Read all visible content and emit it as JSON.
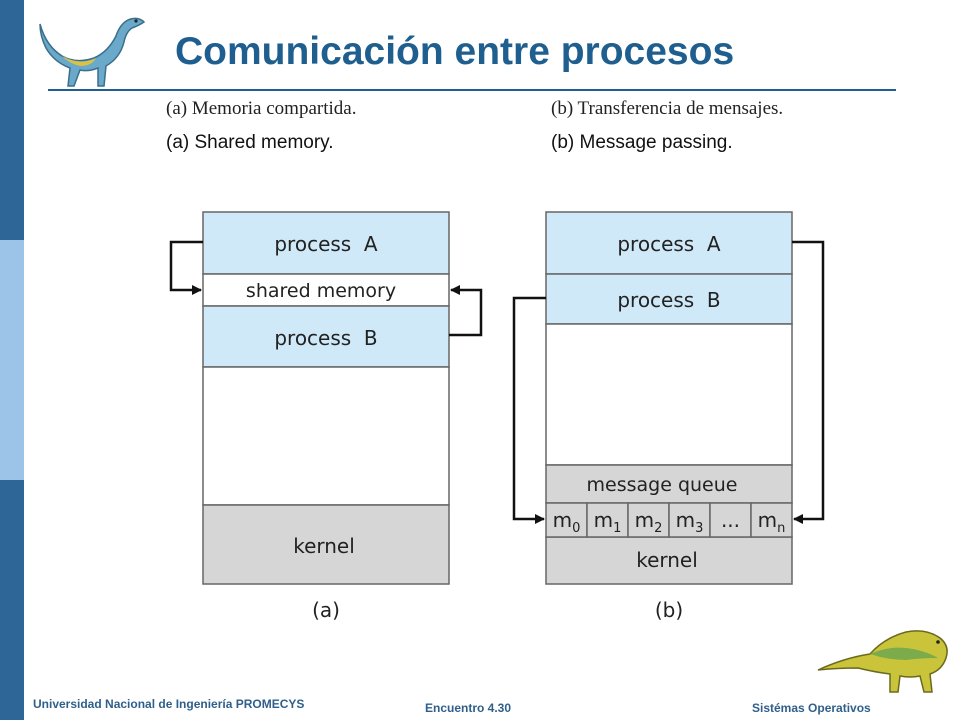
{
  "title": "Comunicación entre procesos",
  "captions": {
    "a_es": "(a) Memoria compartida.",
    "b_es": "(b) Transferencia de mensajes.",
    "a_en": "(a) Shared memory.",
    "b_en": "(b) Message passing."
  },
  "diagram_a": {
    "process_a": "process  A",
    "shared_memory": "shared memory",
    "process_b": "process  B",
    "kernel": "kernel",
    "label": "(a)"
  },
  "diagram_b": {
    "process_a": "process  A",
    "process_b": "process  B",
    "message_queue": "message queue",
    "slots": [
      {
        "base": "m",
        "sub": "0"
      },
      {
        "base": "m",
        "sub": "1"
      },
      {
        "base": "m",
        "sub": "2"
      },
      {
        "base": "m",
        "sub": "3"
      },
      {
        "base": "...",
        "sub": ""
      },
      {
        "base": "m",
        "sub": "n"
      }
    ],
    "kernel": "kernel",
    "label": "(b)"
  },
  "footer": {
    "left": "Universidad Nacional de Ingeniería PROMECYS",
    "center": "Encuentro 4.30",
    "right": "Sistémas Operativos"
  },
  "colors": {
    "process_fill": "#cfe9f8",
    "kernel_fill": "#d6d6d6",
    "title": "#1f5f8f",
    "sidebar": "#2f6698"
  }
}
